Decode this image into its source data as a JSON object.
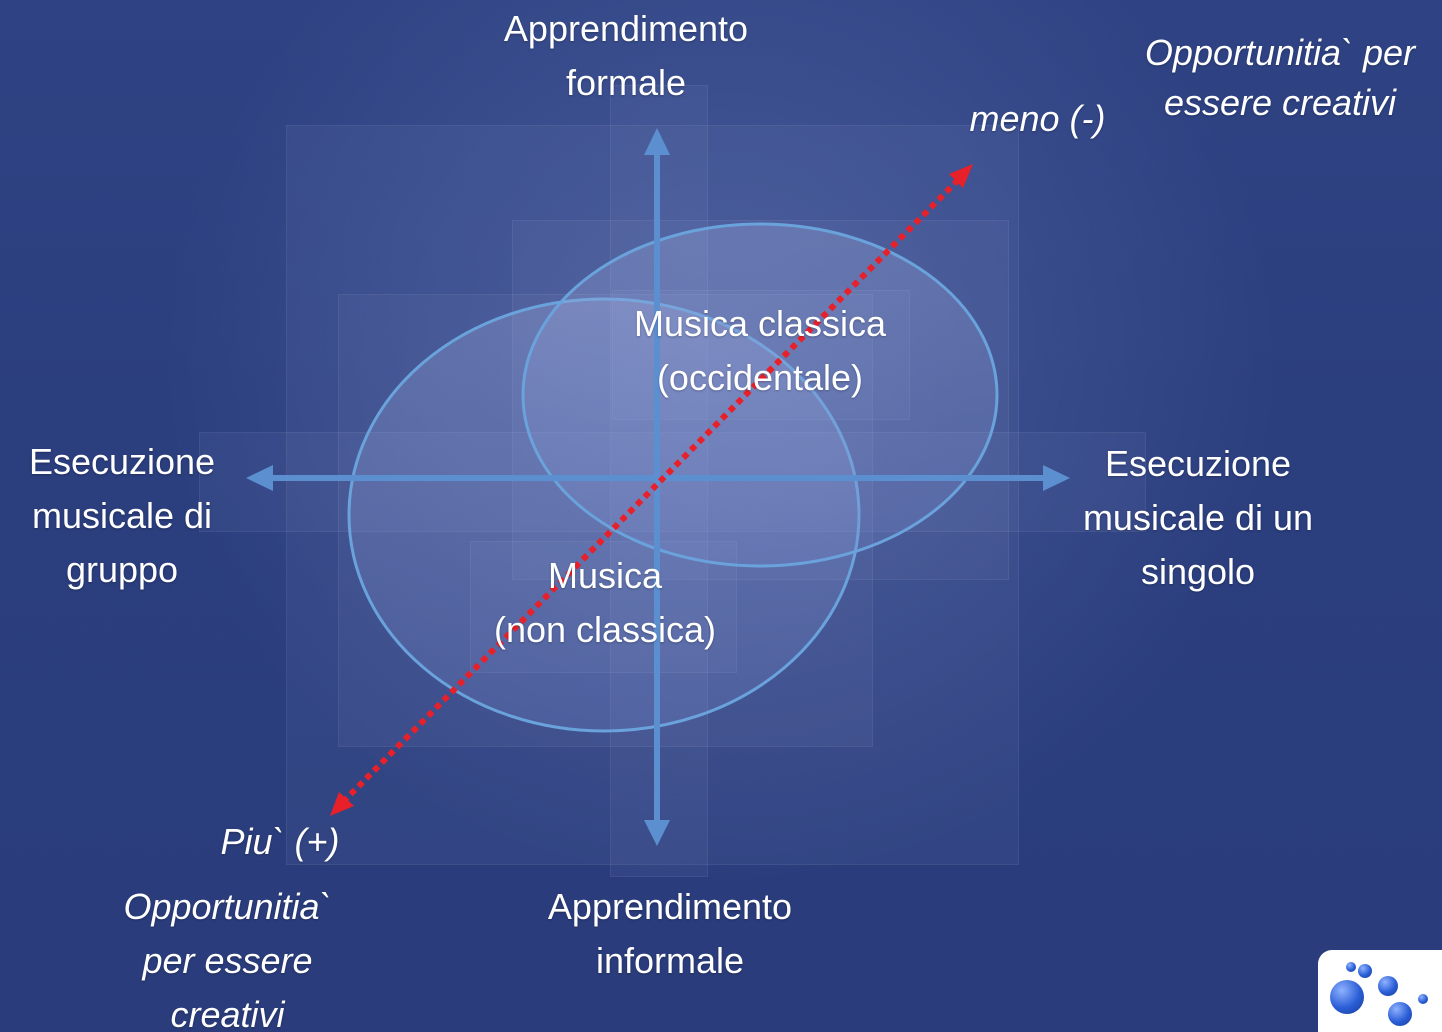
{
  "axes": {
    "top": "Apprendimento\nformale",
    "bottom": "Apprendimento\ninformale",
    "left": "Esecuzione\nmusicale  di\ngruppo",
    "right": "Esecuzione\nmusicale di un\nsingolo"
  },
  "regions": {
    "classical": "Musica classica\n(occidentale)",
    "nonclassical": "Musica\n(non classica)"
  },
  "creativity": {
    "less_label": "meno (-)",
    "less_caption": "Opportunitia` per\nessere creativi",
    "more_label": "Piu` (+)",
    "more_caption": "Opportunitia`\nper essere\ncreativi"
  },
  "colors": {
    "axis": "#5b8fd0",
    "ellipse_stroke": "#6aa2dc",
    "ellipse_fill": "rgba(150,165,215,0.22)",
    "diagonal": "#e8202a",
    "background": "#2c3f7e"
  },
  "icons": [
    "arrow-up-icon",
    "arrow-down-icon",
    "arrow-left-icon",
    "arrow-right-icon",
    "logo-icon"
  ]
}
